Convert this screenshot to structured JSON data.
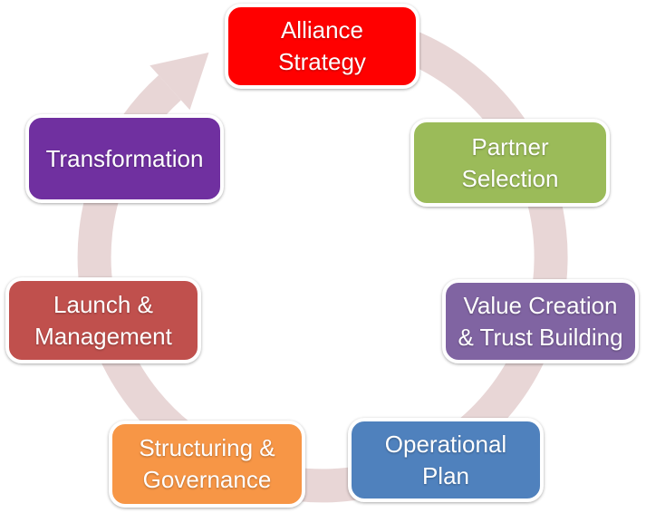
{
  "diagram": {
    "type": "cycle",
    "direction": "clockwise",
    "background_color": "#ffffff",
    "text_color": "#ffffff",
    "arrow": {
      "color": "#e8d6d6"
    },
    "nodes": [
      {
        "id": "alliance-strategy",
        "label": "Alliance\nStrategy",
        "color": "#ff0000"
      },
      {
        "id": "partner-selection",
        "label": "Partner\nSelection",
        "color": "#9bbb59"
      },
      {
        "id": "value-creation-trust-building",
        "label": "Value Creation\n& Trust Building",
        "color": "#8064a2"
      },
      {
        "id": "operational-plan",
        "label": "Operational\nPlan",
        "color": "#4f81bd"
      },
      {
        "id": "structuring-governance",
        "label": "Structuring &\nGovernance",
        "color": "#f79646"
      },
      {
        "id": "launch-management",
        "label": "Launch &\nManagement",
        "color": "#c0504d"
      },
      {
        "id": "transformation",
        "label": "Transformation",
        "color": "#7030a0"
      }
    ]
  }
}
